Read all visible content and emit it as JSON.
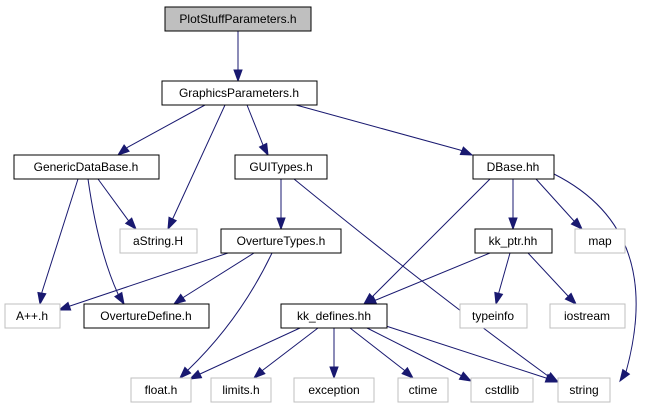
{
  "nodes": {
    "plotstuff": "PlotStuffParameters.h",
    "graphics": "GraphicsParameters.h",
    "genericdb": "GenericDataBase.h",
    "guitypes": "GUITypes.h",
    "dbase": "DBase.hh",
    "astring": "aString.H",
    "overturetypes": "OvertureTypes.h",
    "kkptr": "kk_ptr.hh",
    "map": "map",
    "app": "A++.h",
    "overturedefine": "OvertureDefine.h",
    "kkdefines": "kk_defines.hh",
    "typeinfo": "typeinfo",
    "iostream": "iostream",
    "float": "float.h",
    "limits": "limits.h",
    "exception": "exception",
    "ctime": "ctime",
    "cstdlib": "cstdlib",
    "string": "string"
  },
  "edges": [
    [
      "plotstuff",
      "graphics"
    ],
    [
      "graphics",
      "genericdb"
    ],
    [
      "graphics",
      "astring"
    ],
    [
      "graphics",
      "guitypes"
    ],
    [
      "graphics",
      "dbase"
    ],
    [
      "genericdb",
      "astring"
    ],
    [
      "genericdb",
      "app"
    ],
    [
      "genericdb",
      "overturedefine"
    ],
    [
      "guitypes",
      "overturetypes"
    ],
    [
      "guitypes",
      "string"
    ],
    [
      "dbase",
      "kkptr"
    ],
    [
      "dbase",
      "map"
    ],
    [
      "dbase",
      "kkdefines"
    ],
    [
      "dbase",
      "string"
    ],
    [
      "overturetypes",
      "app"
    ],
    [
      "overturetypes",
      "overturedefine"
    ],
    [
      "overturetypes",
      "float"
    ],
    [
      "kkptr",
      "kkdefines"
    ],
    [
      "kkptr",
      "typeinfo"
    ],
    [
      "kkptr",
      "iostream"
    ],
    [
      "kkdefines",
      "float"
    ],
    [
      "kkdefines",
      "limits"
    ],
    [
      "kkdefines",
      "exception"
    ],
    [
      "kkdefines",
      "ctime"
    ],
    [
      "kkdefines",
      "cstdlib"
    ],
    [
      "kkdefines",
      "string"
    ]
  ]
}
